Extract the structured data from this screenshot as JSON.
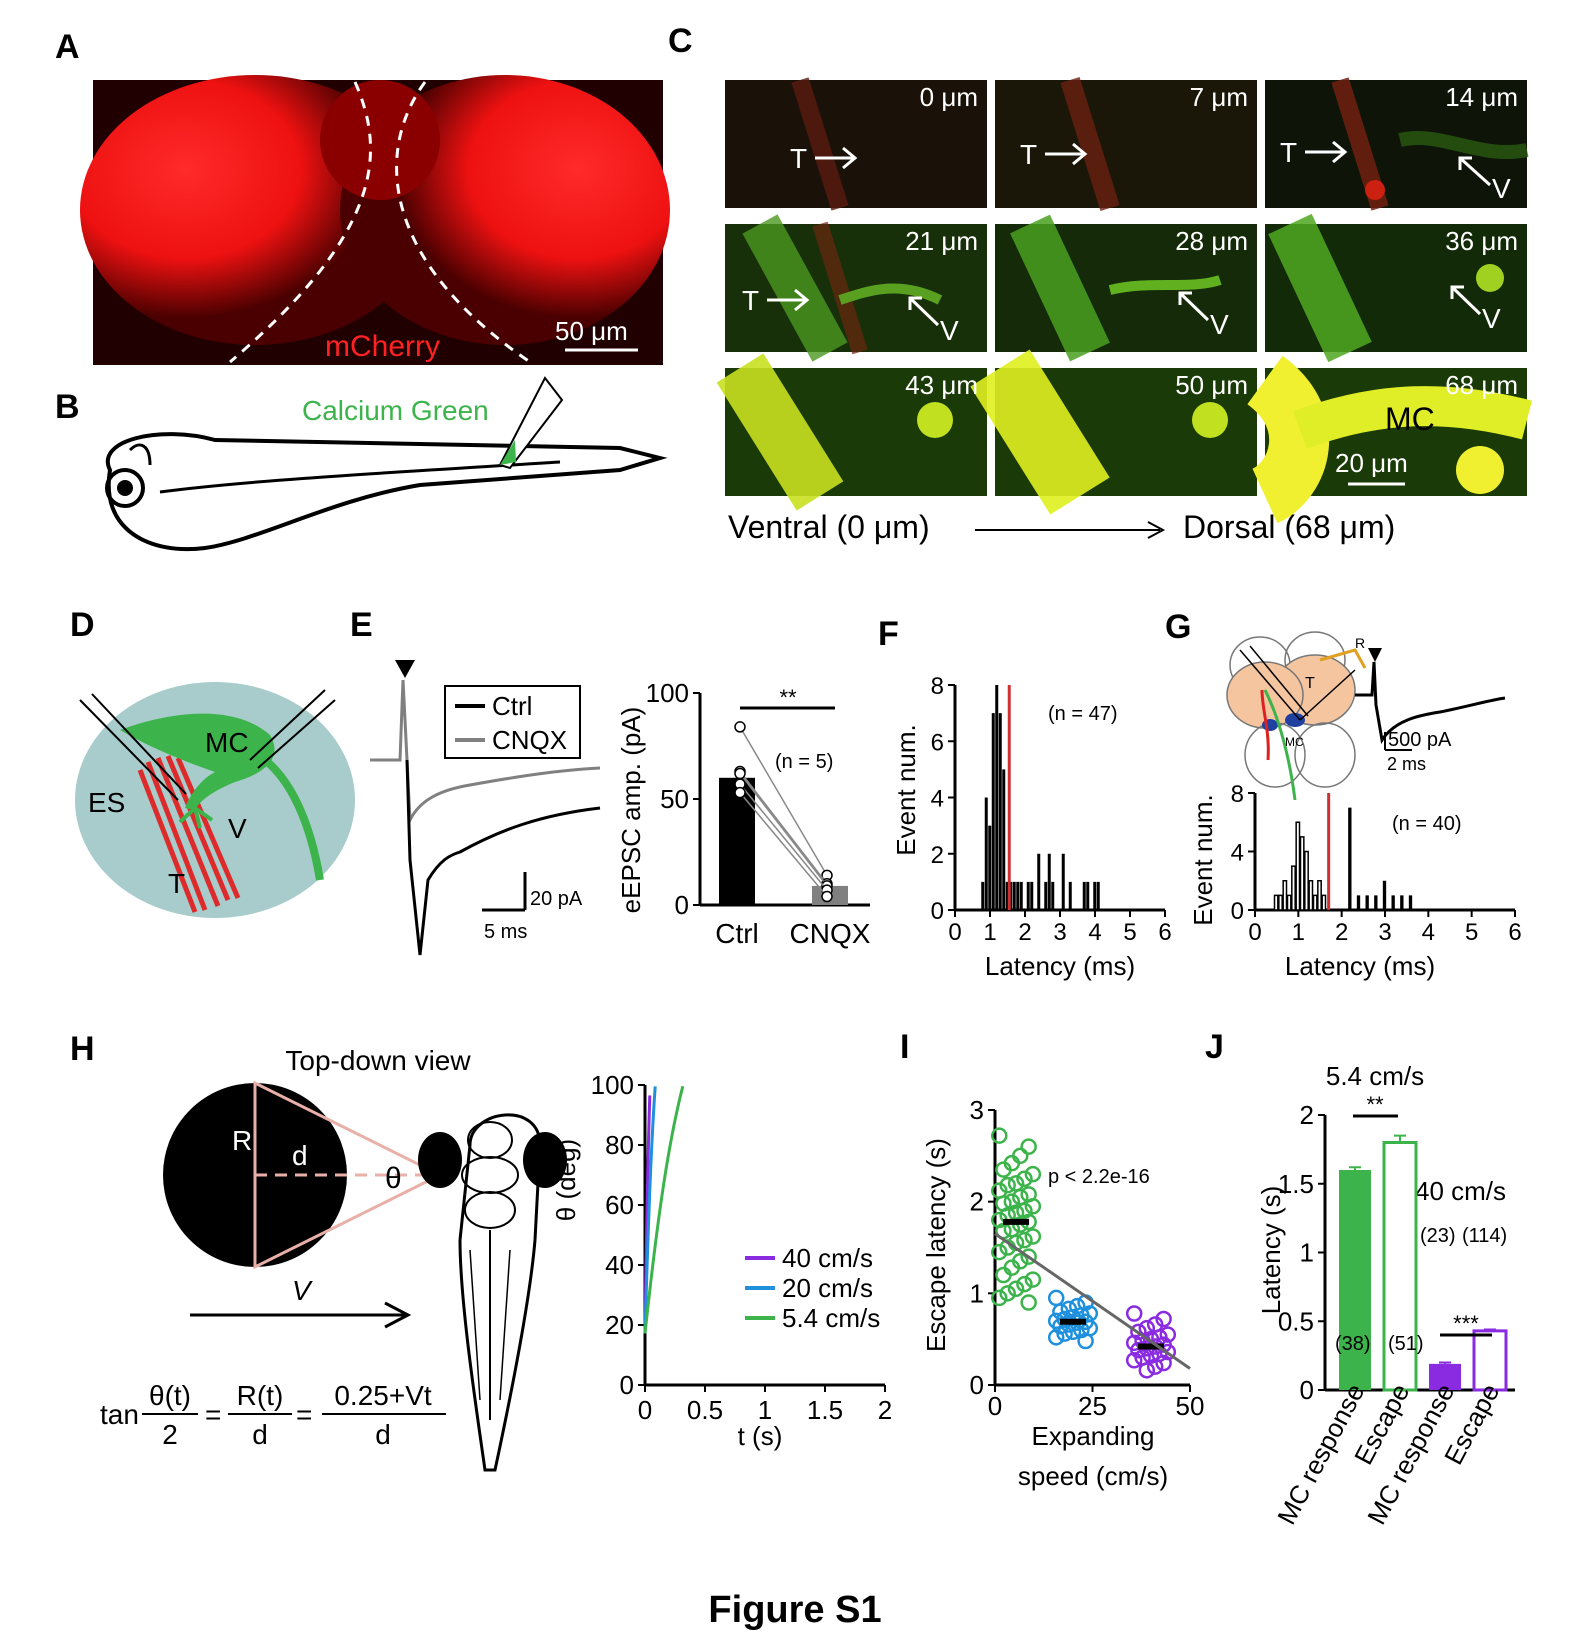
{
  "figure_title": "Figure S1",
  "panels": {
    "A": {
      "letter": "A",
      "label": "mCherry",
      "scale": "50  μm"
    },
    "B": {
      "letter": "B",
      "label": "Calcium Green"
    },
    "C": {
      "letter": "C",
      "depths": [
        "0 μm",
        "7 μm",
        "14 μm",
        "21 μm",
        "28 μm",
        "36 μm",
        "43 μm",
        "50 μm",
        "68 μm"
      ],
      "t_label": "T",
      "v_label": "V",
      "mc_label": "MC",
      "scale": "20 μm",
      "ventral": "Ventral (0 μm)",
      "dorsal": "Dorsal (68 μm)"
    },
    "D": {
      "letter": "D",
      "mc": "MC",
      "es": "ES",
      "v": "V",
      "t": "T"
    },
    "E": {
      "letter": "E",
      "legend": [
        "Ctrl",
        "CNQX"
      ],
      "scale_y": "20 pA",
      "scale_x": "5 ms",
      "ylabel": "eEPSC amp. (pA)",
      "sig": "**",
      "n": "(n = 5)"
    },
    "F": {
      "letter": "F",
      "ylabel": "Event num.",
      "xlabel": "Latency (ms)",
      "n": "(n = 47)"
    },
    "G": {
      "letter": "G",
      "ylabel": "Event num.",
      "xlabel": "Latency (ms)",
      "n": "(n = 40)",
      "scale_y": "500 pA",
      "scale_x": "2 ms",
      "r": "R",
      "t": "T",
      "mc": "MC"
    },
    "H": {
      "letter": "H",
      "title": "Top-down view",
      "r": "R",
      "d": "d",
      "theta": "θ",
      "v": "V",
      "formula_tan": "tan",
      "formula_num1": "θ(t)",
      "formula_den1": "2",
      "formula_eq": "=",
      "formula_num2": "R(t)",
      "formula_den2": "d",
      "formula_num3": "0.25+Vt",
      "formula_den3": "d",
      "ylabel": "θ (deg)",
      "xlabel": "t (s)"
    },
    "I": {
      "letter": "I",
      "ylabel": "Escape latency (s)",
      "xlabel1": "Expanding",
      "xlabel2": "speed (cm/s)",
      "p": "p < 2.2e-16"
    },
    "J": {
      "letter": "J",
      "ylabel": "Latency (s)",
      "label1": "5.4 cm/s",
      "label2": "40 cm/s",
      "sig1": "**",
      "sig2": "***",
      "n1": "(38)",
      "n2": "(51)",
      "n3": "(23)",
      "n4": "(114)",
      "cats": [
        "MC response",
        "Escape",
        "MC response",
        "Escape"
      ]
    }
  },
  "chart_data": [
    {
      "panel": "E",
      "type": "bar",
      "categories": [
        "Ctrl",
        "CNQX"
      ],
      "values": [
        60,
        9
      ],
      "ylim": [
        0,
        100
      ],
      "yticks": [
        0,
        50,
        100
      ],
      "ylabel": "eEPSC amp. (pA)",
      "colors": [
        "#000000",
        "#808080"
      ],
      "paired_points": [
        [
          84,
          14
        ],
        [
          63,
          10
        ],
        [
          62,
          9
        ],
        [
          57,
          7
        ],
        [
          53,
          4
        ]
      ]
    },
    {
      "panel": "F",
      "type": "bar",
      "xlabel": "Latency (ms)",
      "ylabel": "Event num.",
      "xlim": [
        0,
        6
      ],
      "ylim": [
        0,
        8
      ],
      "xticks": [
        0,
        1,
        2,
        3,
        4,
        5,
        6
      ],
      "yticks": [
        0,
        2,
        4,
        6,
        8
      ],
      "bin_width": 0.1,
      "x": [
        0.8,
        0.9,
        1.0,
        1.1,
        1.2,
        1.3,
        1.4,
        1.5,
        1.6,
        1.7,
        1.8,
        1.9,
        2.1,
        2.2,
        2.4,
        2.6,
        2.7,
        2.8,
        3.1,
        3.3,
        3.7,
        3.8,
        4.0,
        4.1
      ],
      "values": [
        1,
        4,
        3,
        7,
        8,
        7,
        5,
        1,
        1,
        1,
        1,
        1,
        1,
        1,
        2,
        1,
        2,
        1,
        2,
        1,
        1,
        1,
        1,
        1
      ],
      "mean_line": 1.55,
      "mean_color": "#d03030"
    },
    {
      "panel": "G",
      "type": "bar",
      "xlabel": "Latency (ms)",
      "ylabel": "Event num.",
      "xlim": [
        0,
        6
      ],
      "ylim": [
        0,
        8
      ],
      "xticks": [
        0,
        1,
        2,
        3,
        4,
        5,
        6
      ],
      "yticks": [
        0,
        4,
        8
      ],
      "bin_width": 0.1,
      "open_x": [
        0.5,
        0.6,
        0.7,
        0.8,
        0.9,
        1.0,
        1.1,
        1.2,
        1.3,
        1.4,
        1.5,
        1.6
      ],
      "open_values": [
        1,
        1,
        2,
        1,
        3,
        6,
        5,
        4,
        2,
        1,
        2,
        1
      ],
      "filled_x": [
        2.2,
        2.4,
        2.6,
        2.8,
        3.0,
        3.2,
        3.4,
        3.6
      ],
      "filled_values": [
        7,
        1,
        1,
        1,
        2,
        1,
        1,
        1
      ],
      "mean_line": 1.7,
      "mean_color": "#d03030"
    },
    {
      "panel": "H",
      "type": "line",
      "xlabel": "t (s)",
      "ylabel": "θ (deg)",
      "xlim": [
        0,
        2
      ],
      "ylim": [
        0,
        100
      ],
      "xticks": [
        0,
        0.5,
        1,
        1.5,
        2
      ],
      "yticks": [
        0,
        20,
        40,
        60,
        80,
        100
      ],
      "series": [
        {
          "name": "40 cm/s",
          "speed": 40,
          "color": "#8a2be2"
        },
        {
          "name": "20 cm/s",
          "speed": 20,
          "color": "#1e90dd"
        },
        {
          "name": "5.4 cm/s",
          "speed": 5.4,
          "color": "#3cb44b"
        }
      ],
      "model_d": 1.65,
      "model_r0": 0.25
    },
    {
      "panel": "I",
      "type": "scatter",
      "xlabel": "Expanding speed (cm/s)",
      "ylabel": "Escape latency (s)",
      "xlim": [
        0,
        50
      ],
      "ylim": [
        0,
        3
      ],
      "xticks": [
        0,
        25,
        50
      ],
      "yticks": [
        0,
        1,
        2,
        3
      ],
      "series": [
        {
          "speed": 5.4,
          "mean": 1.78,
          "color": "#3cb44b",
          "values": [
            2.72,
            2.6,
            2.5,
            2.42,
            2.35,
            2.3,
            2.25,
            2.2,
            2.18,
            2.12,
            2.08,
            2.05,
            2.0,
            1.98,
            1.95,
            1.9,
            1.88,
            1.85,
            1.8,
            1.78,
            1.75,
            1.7,
            1.68,
            1.62,
            1.58,
            1.55,
            1.5,
            1.45,
            1.4,
            1.35,
            1.28,
            1.2,
            1.15,
            1.1,
            1.05,
            1.0,
            0.95,
            0.9
          ]
        },
        {
          "speed": 20,
          "mean": 0.69,
          "color": "#1e90dd",
          "values": [
            0.95,
            0.9,
            0.86,
            0.83,
            0.8,
            0.78,
            0.76,
            0.74,
            0.72,
            0.7,
            0.69,
            0.68,
            0.66,
            0.64,
            0.62,
            0.6,
            0.58,
            0.56,
            0.52,
            0.48
          ]
        },
        {
          "speed": 40,
          "mean": 0.42,
          "color": "#8a2be2",
          "values": [
            0.78,
            0.72,
            0.66,
            0.62,
            0.58,
            0.55,
            0.52,
            0.5,
            0.48,
            0.46,
            0.44,
            0.42,
            0.4,
            0.38,
            0.36,
            0.34,
            0.32,
            0.3,
            0.27,
            0.24,
            0.2,
            0.16
          ]
        }
      ],
      "fit": {
        "x0": 0,
        "y0": 1.65,
        "x1": 50,
        "y1": 0.18
      }
    },
    {
      "panel": "J",
      "type": "bar",
      "ylabel": "Latency (s)",
      "ylim": [
        0,
        2
      ],
      "yticks": [
        0,
        0.5,
        1,
        1.5,
        2
      ],
      "categories": [
        "MC response",
        "Escape",
        "MC response",
        "Escape"
      ],
      "values": [
        1.6,
        1.8,
        0.19,
        0.43
      ],
      "errors": [
        0.02,
        0.05,
        0.01,
        0.01
      ],
      "fill": [
        "filled",
        "open",
        "filled",
        "open"
      ],
      "colors": [
        "#3cb44b",
        "#3cb44b",
        "#8a2be2",
        "#8a2be2"
      ]
    }
  ]
}
